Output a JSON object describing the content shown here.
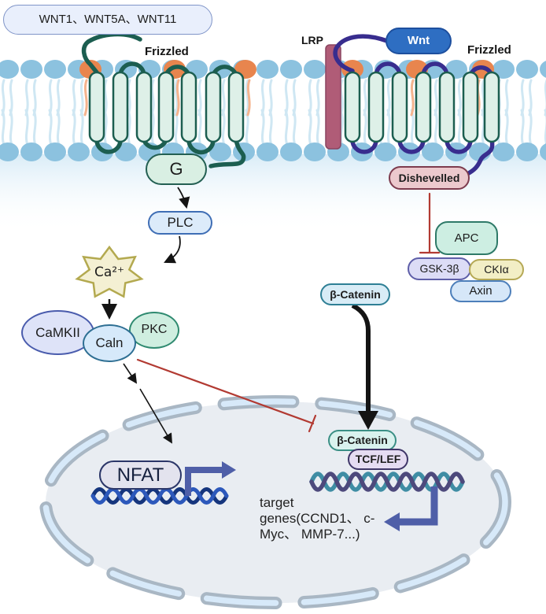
{
  "nodes": {
    "wnt_ligands": "WNT1、WNT5A、WNT11",
    "frizzled_left": "Frizzled",
    "lrp": "LRP",
    "wnt": "Wnt",
    "frizzled_right": "Frizzled",
    "g_protein": "G",
    "plc": "PLC",
    "calcium": "Ca²⁺",
    "camkii": "CaMKII",
    "caln": "Caln",
    "pkc": "PKC",
    "dishevelled": "Dishevelled",
    "apc": "APC",
    "gsk3b": "GSK-3β",
    "cki_alpha": "CKIα",
    "axin": "Axin",
    "beta_catenin_cytoplasm": "β-Catenin",
    "beta_catenin_nucleus": "β-Catenin",
    "tcf_lef": "TCF/LEF",
    "nfat": "NFAT",
    "target_genes": "target\ngenes(CCND1、 c-\nMyc、 MMP-7...)"
  },
  "colors": {
    "membrane_head_blue": "#8cc2df",
    "membrane_head_orange": "#e8854e",
    "membrane_tail_blue": "#cfe7f3",
    "membrane_tail_orange": "#f5b48e",
    "receptor_fill": "#def0e8",
    "receptor_outline_teal": "#1c5e50",
    "receptor_loop_purple": "#382d8e",
    "lrp_fill": "#b05c77",
    "wnt_fill": "#2e6ec2",
    "inhibition_red": "#b23a32",
    "transcription_arrow_blue": "#4f5fa8",
    "nucleus_fill": "#e9edf2",
    "nucleus_envelope_gray": "#a9b7c4",
    "nucleus_envelope_blue": "#d7e9f9",
    "dna_left_dark": "#15357d",
    "dna_left_light": "#2c58bb",
    "dna_right_teal": "#3f8da4",
    "dna_right_purple": "#4d497c",
    "calcium_star_fill": "#f4f0d3",
    "calcium_star_border": "#b3a94f"
  }
}
